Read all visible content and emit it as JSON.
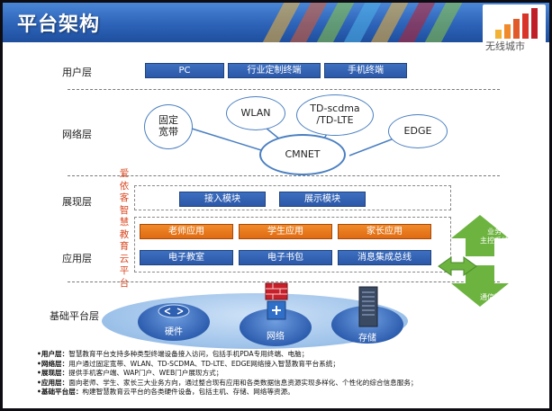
{
  "header": {
    "title": "平台架构",
    "logo_text": "无线城市",
    "logo_colors": [
      "#f2b233",
      "#f08a2a",
      "#e05a2a",
      "#d9342a",
      "#c01f2a"
    ]
  },
  "layers": {
    "user": "用户层",
    "network": "网络层",
    "display": "展现层",
    "application": "应用层",
    "base": "基础平台层"
  },
  "user_layer": {
    "items": [
      "PC",
      "行业定制终端",
      "手机终端"
    ]
  },
  "network_layer": {
    "fixed_broadband": "固定\n宽带",
    "wlan": "WLAN",
    "td": "TD-scdma\n/TD-LTE",
    "edge": "EDGE",
    "center": "CMNET"
  },
  "platform_name": "爱依客智慧教育云平台",
  "display_layer": {
    "items": [
      "接入模块",
      "展示模块"
    ]
  },
  "application_layer": {
    "orange_items": [
      "老师应用",
      "学生应用",
      "家长应用"
    ],
    "blue_items": [
      "电子教室",
      "电子书包",
      "消息集成总线"
    ]
  },
  "right_side": {
    "top": "业务\n主控系统",
    "bottom": "通信网关"
  },
  "base_layer": {
    "items": [
      "硬件",
      "网络",
      "存储"
    ]
  },
  "notes": [
    {
      "label": "•用户层：",
      "text": "智慧教育平台支持多种类型终端设备接入访问，包括手机PDA专用终端、电脑；"
    },
    {
      "label": "•网络层：",
      "text": "用户通过固定宽带、WLAN、TD-SCDMA、TD-LTE、EDGE网络接入智慧教育平台系统；"
    },
    {
      "label": "•展现层：",
      "text": "提供手机客户端、WAP门户、WEB门户展现方式；"
    },
    {
      "label": "•应用层：",
      "text": "面向老师、学生、家长三大业务方向，通过整合现有应用和各类数据信息资源实现多样化、个性化的综合信息服务；"
    },
    {
      "label": "•基础平台层：",
      "text": "构建智慧教育云平台的各类硬件设备，包括主机、存储、网络等资源。"
    }
  ],
  "colors": {
    "header_blue": "#2d63b8",
    "box_blue": "#2c58a8",
    "box_orange": "#df6a12",
    "accent_red": "#d9461f",
    "arrow_green": "#6cb33f"
  }
}
